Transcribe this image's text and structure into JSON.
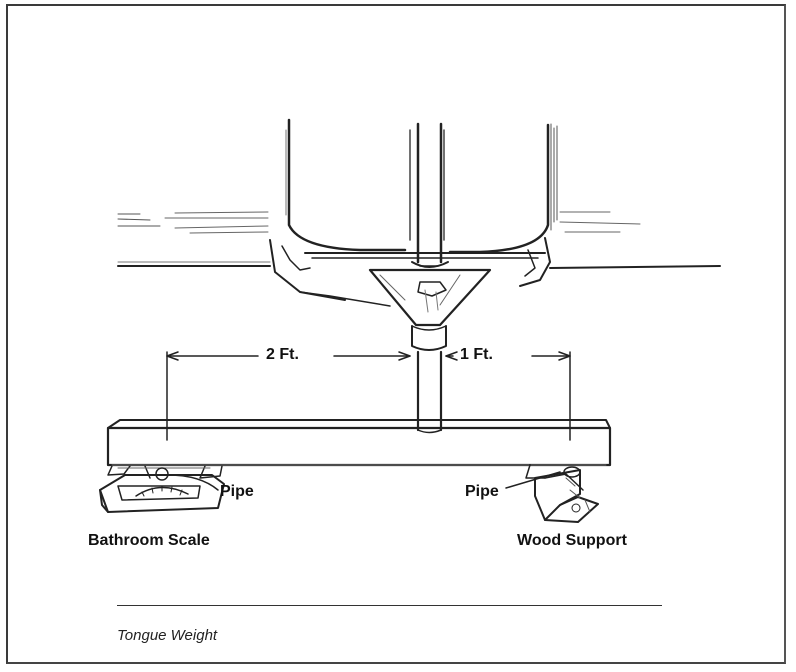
{
  "dimensions": {
    "left_distance": "2 Ft.",
    "right_distance": "1 Ft."
  },
  "labels": {
    "pipe_left": "Pipe",
    "pipe_right": "Pipe",
    "bathroom_scale": "Bathroom Scale",
    "wood_support": "Wood Support"
  },
  "caption": "Tongue Weight"
}
